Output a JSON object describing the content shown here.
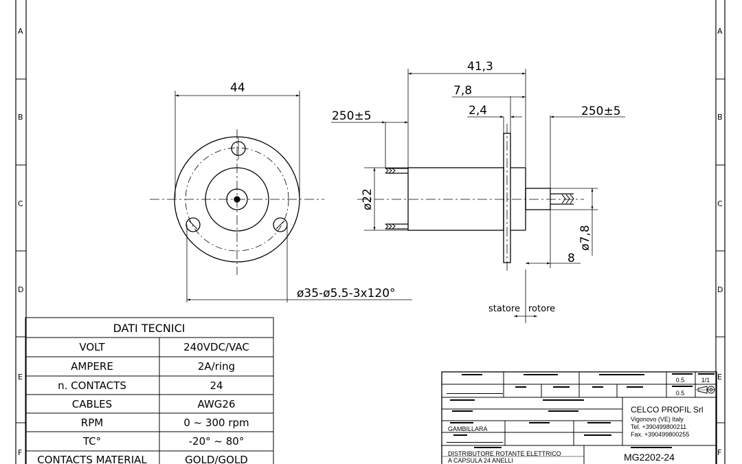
{
  "zones": {
    "rows": [
      "A",
      "B",
      "C",
      "D",
      "E",
      "F"
    ]
  },
  "dimensions": {
    "front_width": "44",
    "bolt_circle": "ø35-ø5.5-3x120°",
    "overall_length": "41,3",
    "flange_offset": "7,8",
    "flange_thickness": "2,4",
    "cable_left": "250±5",
    "cable_right": "250±5",
    "body_diameter": "ø22",
    "shaft_diameter": "ø7,8",
    "shaft_length": "8",
    "stator_label": "statore",
    "rotor_label": "rotore"
  },
  "specs": {
    "title": "DATI TECNICI",
    "rows": [
      {
        "label": "VOLT",
        "value": "240VDC/VAC"
      },
      {
        "label": "AMPERE",
        "value": "2A/ring"
      },
      {
        "label": "n. CONTACTS",
        "value": "24"
      },
      {
        "label": "CABLES",
        "value": "AWG26"
      },
      {
        "label": "RPM",
        "value": "0 ~ 300 rpm"
      },
      {
        "label": "TC°",
        "value": "-20° ~ 80°"
      },
      {
        "label": "CONTACTS MATERIAL",
        "value": "GOLD/GOLD"
      }
    ]
  },
  "titleblock": {
    "scale_top": "0.5",
    "scale_fraction": "1/1",
    "scale_bottom": "0.5",
    "company": "CELCO PROFIL Srl",
    "address": "Vigonovo (VE) Italy",
    "tel": "Tel. +390499800211",
    "fax": "Fax. +390499800255",
    "drawn_by": "GAMBILLARA",
    "description_1": "DISTRIBUTORE ROTANTE ELETTRICO",
    "description_2": "A CAPSULA 24 ANELLI",
    "drawing_number": "MG2202-24"
  }
}
